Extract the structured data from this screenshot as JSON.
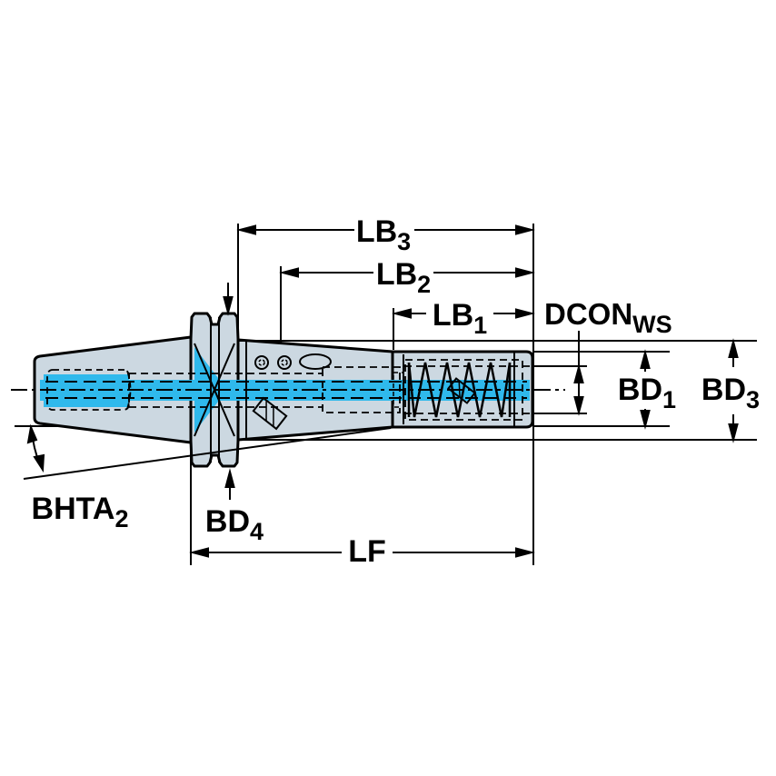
{
  "drawing": {
    "type": "technical-dimension-drawing",
    "subject": "taper-shank-tool-holder-cross-section",
    "labels": {
      "lb3": {
        "main": "LB",
        "sub": "3"
      },
      "lb2": {
        "main": "LB",
        "sub": "2"
      },
      "lb1": {
        "main": "LB",
        "sub": "1"
      },
      "dconws": {
        "main": "DCON",
        "sub": "WS"
      },
      "bd1": {
        "main": "BD",
        "sub": "1"
      },
      "bd3": {
        "main": "BD",
        "sub": "3"
      },
      "bd4": {
        "main": "BD",
        "sub": "4"
      },
      "bhta2": {
        "main": "BHTA",
        "sub": "2"
      },
      "lf": {
        "main": "LF",
        "sub": ""
      }
    },
    "colors": {
      "body_fill": "#ccd8e1",
      "coolant": "#2fb9ec",
      "line": "#000000",
      "background": "#ffffff"
    }
  }
}
